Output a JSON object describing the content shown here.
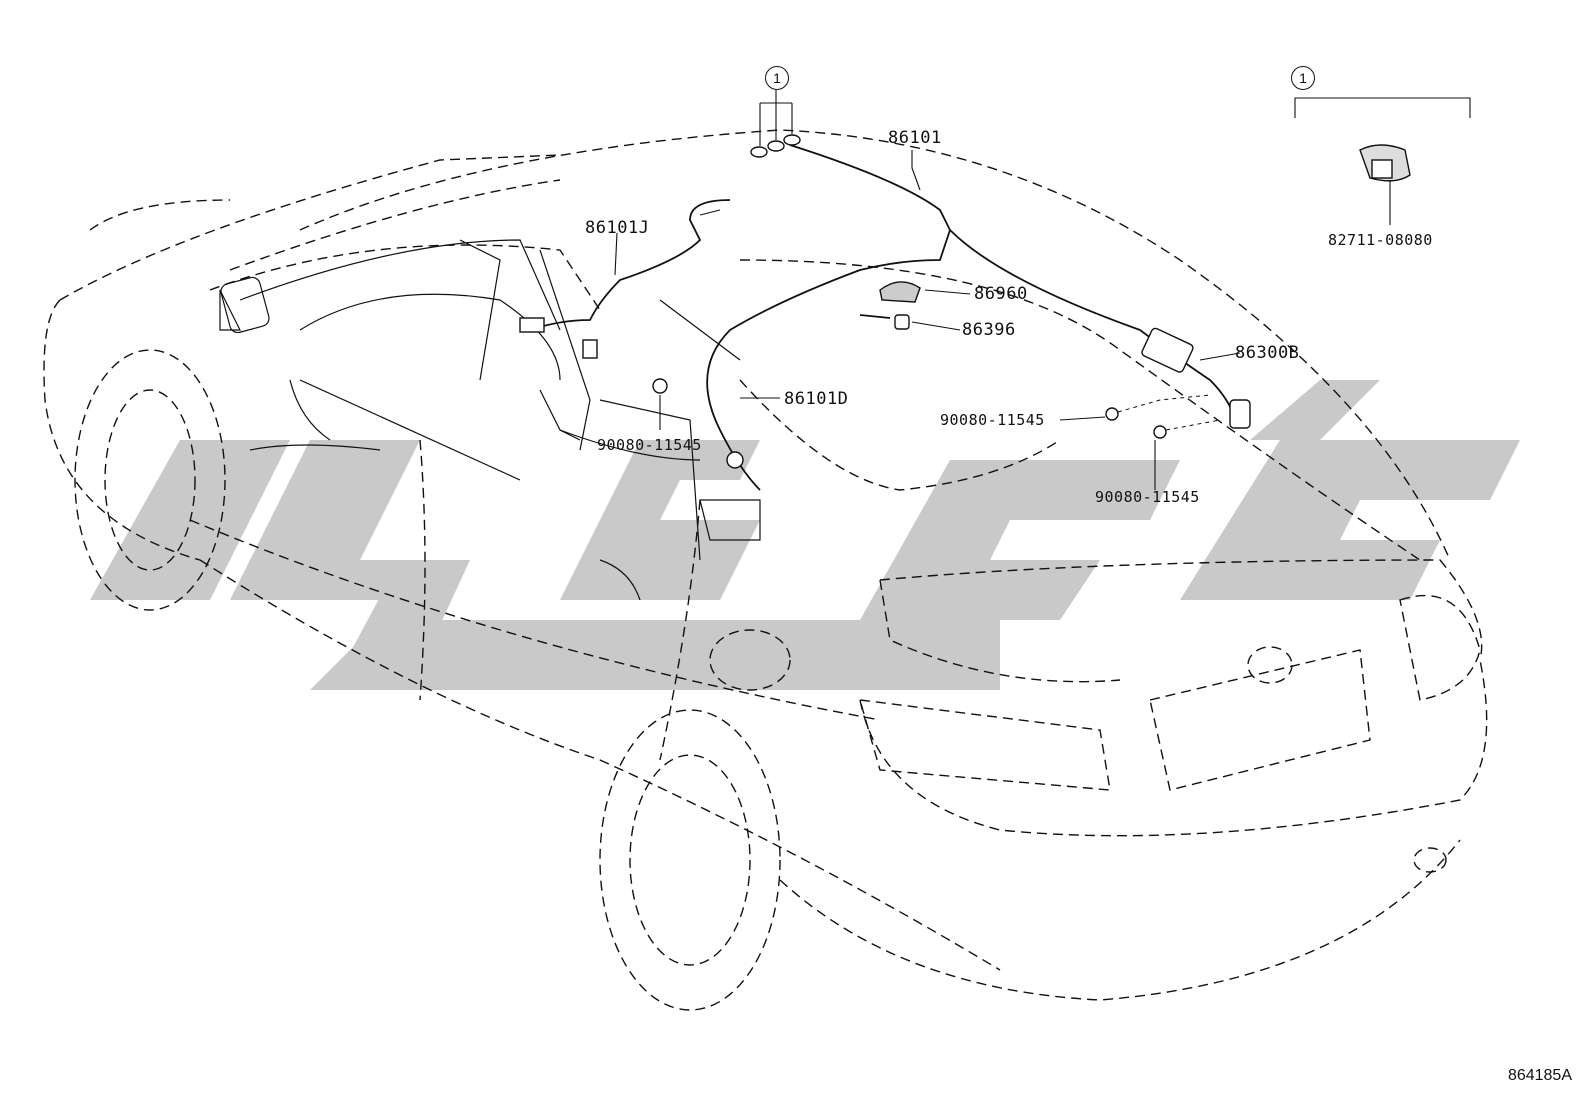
{
  "callouts": {
    "ref_marker_main": "1",
    "ref_marker_detail": "1",
    "p86101": "86101",
    "p86101J": "86101J",
    "p86960": "86960",
    "p86396": "86396",
    "p86300B": "86300B",
    "p86101D": "86101D",
    "p90080_a": "90080-11545",
    "p90080_b": "90080-11545",
    "p90080_c": "90080-11545",
    "p82711": "82711-08080"
  },
  "figure_code": "864185A",
  "colors": {
    "line": "#111111",
    "watermark": "#c8c8c8"
  }
}
